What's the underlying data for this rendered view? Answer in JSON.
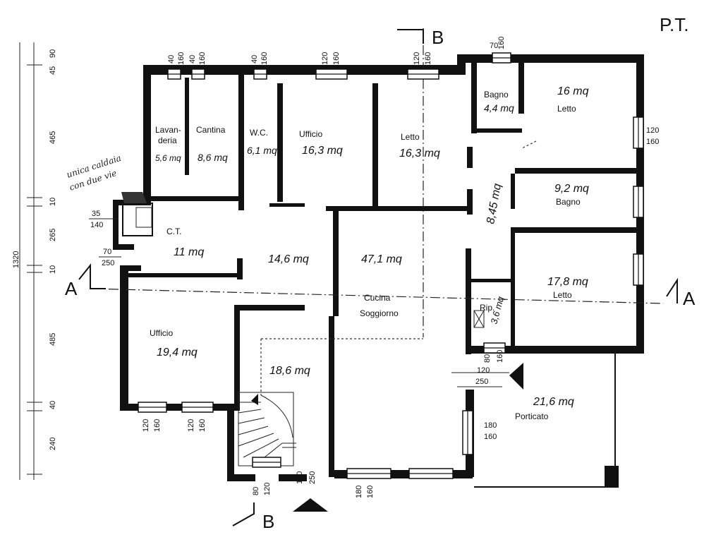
{
  "sheet": {
    "floor_label": "P.T."
  },
  "sections": {
    "a": "A",
    "b": "B"
  },
  "rooms": {
    "lavanderia_1": "Lavan-",
    "lavanderia_2": "deria",
    "lavanderia_area": "5,6 mq",
    "cantina": "Cantina",
    "cantina_area": "8,6 mq",
    "wc": "W.C.",
    "wc_area": "6,1 mq",
    "ufficio_top": "Ufficio",
    "ufficio_top_area": "16,3 mq",
    "letto_mid": "Letto",
    "letto_mid_area": "16,3 mq",
    "bagno_small": "Bagno",
    "bagno_small_area": "4,4 mq",
    "letto_ne": "Letto",
    "letto_ne_area": "16 mq",
    "bagno_east": "Bagno",
    "bagno_east_area": "9,2 mq",
    "corridor_area": "8,45 mq",
    "ct": "C.T.",
    "ct_area": "11 mq",
    "hall_area": "14,6 mq",
    "cucina_area": "47,1 mq",
    "cucina_1": "Cucina",
    "cucina_2": "Soggiorno",
    "letto_se": "Letto",
    "letto_se_area": "17,8 mq",
    "ripost": "Rip.",
    "ripost_area": "3,6 mq",
    "ufficio_sw": "Ufficio",
    "ufficio_sw_area": "19,4 mq",
    "entry_area": "18,6 mq",
    "porticato": "Porticato",
    "porticato_area": "21,6 mq"
  },
  "note": {
    "line1": "unica caldaia",
    "line2": "con due vie"
  },
  "dims_left": [
    "45",
    "90",
    "465",
    "10",
    "265",
    "10",
    "485",
    "40",
    "240",
    "1320"
  ],
  "dims_openings": {
    "w1": "40",
    "w1b": "160",
    "w2": "40",
    "w2b": "160",
    "w3": "40",
    "w3b": "160",
    "w4": "120",
    "w4b": "160",
    "w5": "120",
    "w5b": "160",
    "w6": "70",
    "w6b": "160",
    "w7": "120",
    "w7b": "160",
    "ct_a": "35",
    "ct_b": "140",
    "ct_c": "70",
    "ct_d": "250",
    "s1": "120",
    "s1b": "160",
    "s2": "120",
    "s2b": "160",
    "e1": "80",
    "e1b": "120",
    "e2": "120",
    "e2b": "250",
    "k1": "180",
    "k1b": "160",
    "k2": "180",
    "k2b": "160",
    "d1": "80",
    "d1b": "160",
    "d2": "120",
    "d2b": "250"
  }
}
